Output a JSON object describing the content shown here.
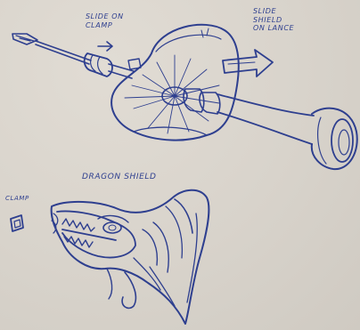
{
  "labels": {
    "slide_on_clamp": "SLIDE ON\nCLAMP",
    "slide_shield_on_lance": "SLIDE\nSHIELD\nON LANCE",
    "dragon_shield": "DRAGON SHIELD",
    "clamp": "CLAMP"
  },
  "colors": {
    "ink": "#2e3f8f",
    "paper": "#d8d3cb"
  }
}
